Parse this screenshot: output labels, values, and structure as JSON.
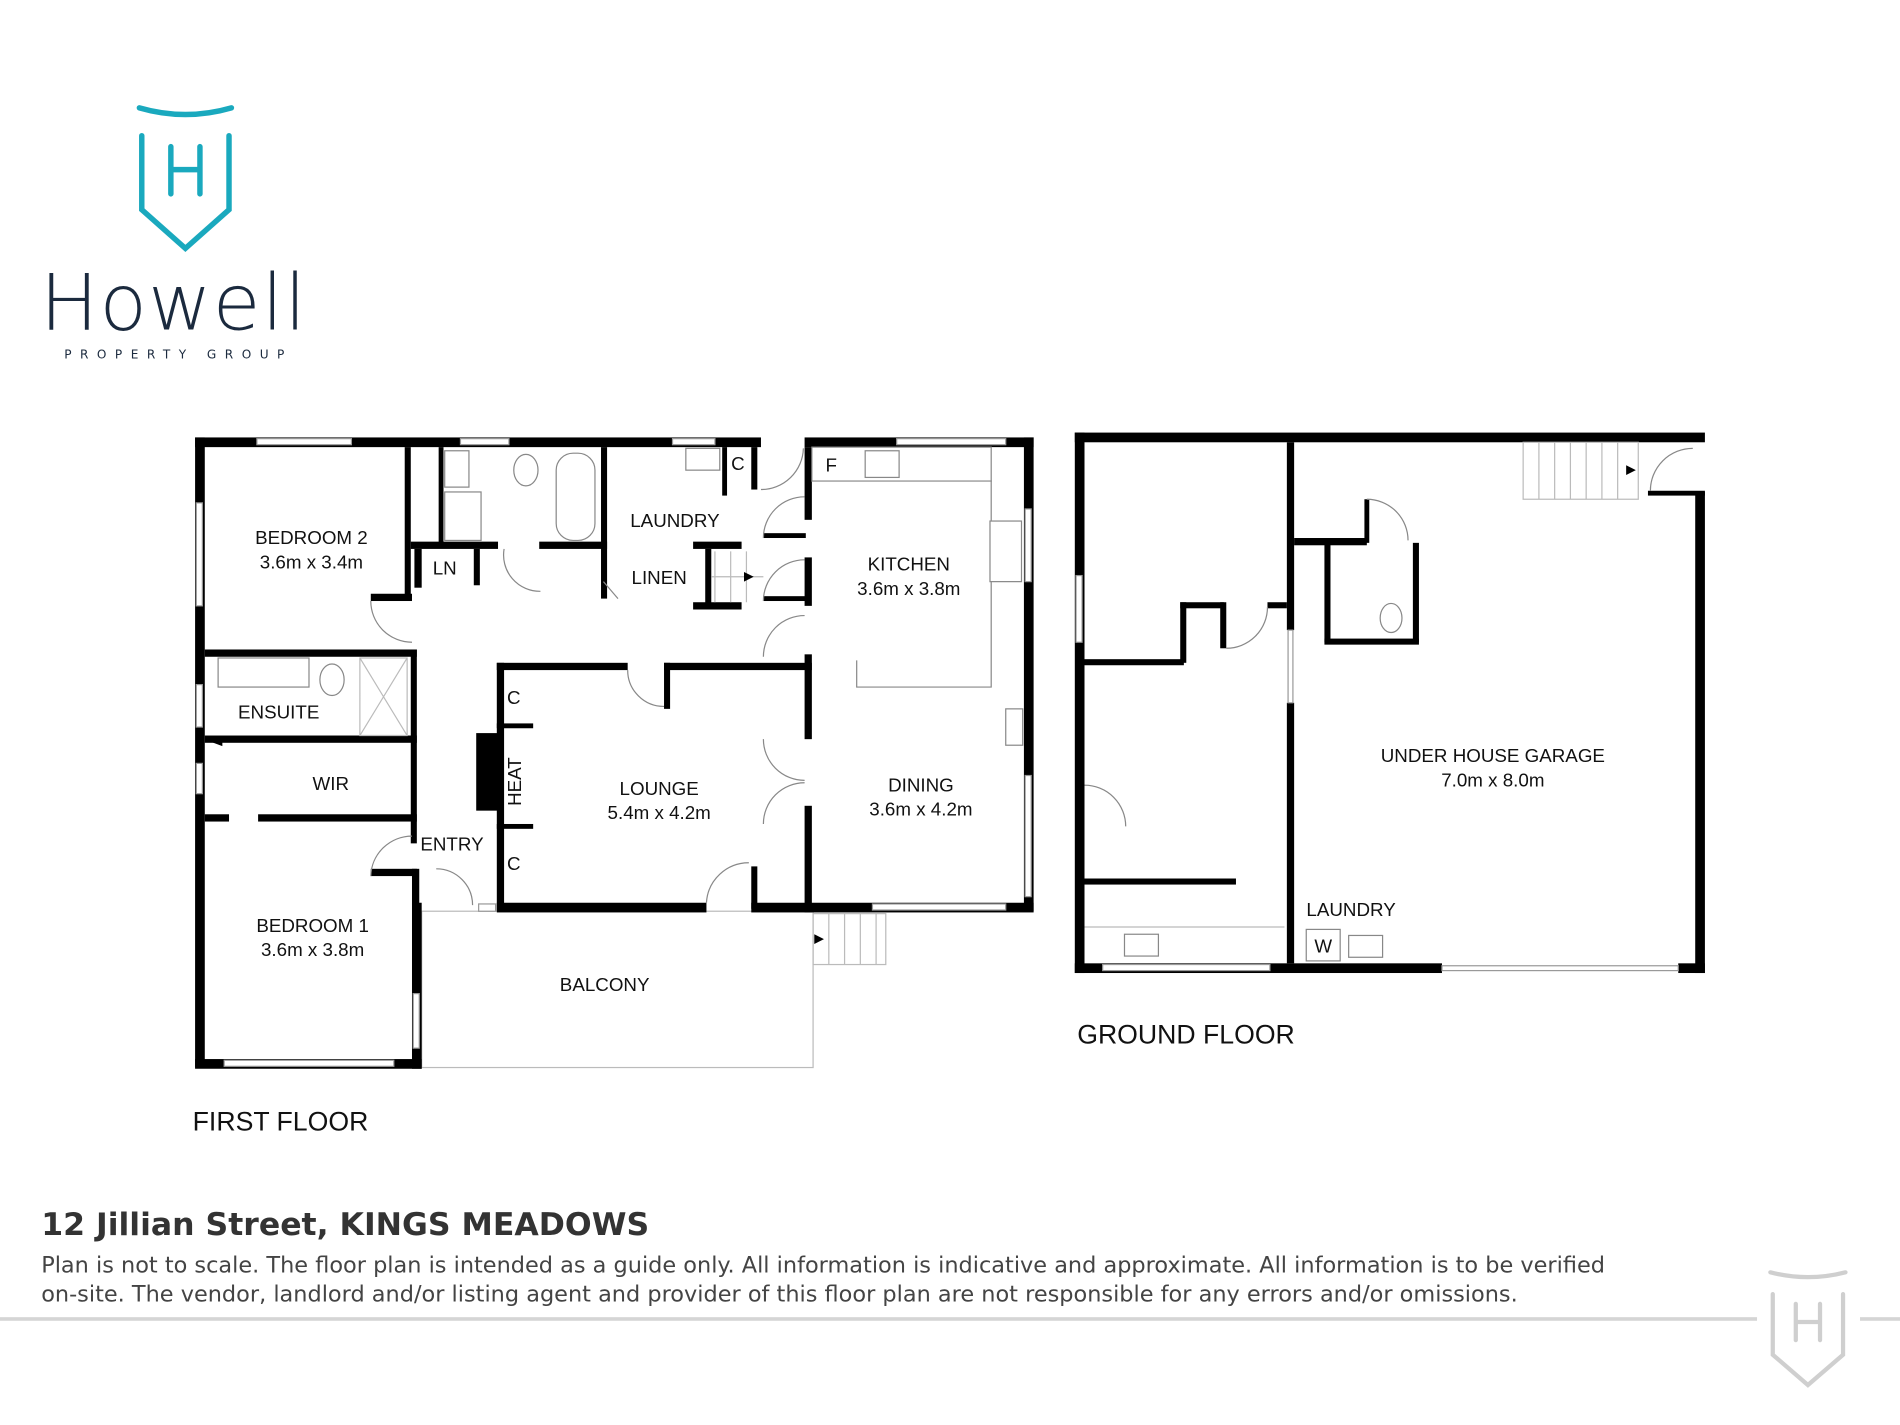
{
  "brand": {
    "name": "Howell",
    "tagline": "PROPERTY GROUP",
    "logo_letter": "H",
    "accent_color": "#1aa9be",
    "text_color": "#1b2a3e"
  },
  "first_floor": {
    "title": "FIRST FLOOR",
    "rooms": {
      "bedroom2": {
        "name": "BEDROOM 2",
        "size": "3.6m x 3.4m"
      },
      "laundry": {
        "name": "LAUNDRY"
      },
      "linen": {
        "name": "LINEN"
      },
      "ln": {
        "name": "LN"
      },
      "kitchen": {
        "name": "KITCHEN",
        "size": "3.6m x 3.8m"
      },
      "ensuite": {
        "name": "ENSUITE"
      },
      "wir": {
        "name": "WIR"
      },
      "lounge": {
        "name": "LOUNGE",
        "size": "5.4m x 4.2m"
      },
      "dining": {
        "name": "DINING",
        "size": "3.6m x 4.2m"
      },
      "entry": {
        "name": "ENTRY"
      },
      "bedroom1": {
        "name": "BEDROOM 1",
        "size": "3.6m x 3.8m"
      },
      "balcony": {
        "name": "BALCONY"
      },
      "heat": {
        "name": "HEAT"
      },
      "cupboard": {
        "name": "C"
      },
      "fridge": {
        "name": "F"
      }
    }
  },
  "ground_floor": {
    "title": "GROUND FLOOR",
    "rooms": {
      "garage": {
        "name": "UNDER HOUSE GARAGE",
        "size": "7.0m x 8.0m"
      },
      "laundry": {
        "name": "LAUNDRY"
      },
      "washer": {
        "name": "W"
      }
    }
  },
  "footer": {
    "address": "12 Jillian Street, KINGS MEADOWS",
    "disclaimer_line1": "Plan is not to scale. The floor plan is intended as a guide only. All information is indicative and approximate. All information is to be verified",
    "disclaimer_line2": "on-site.  The vendor, landlord and/or listing agent and provider of this floor plan are not responsible for any errors and/or omissions."
  }
}
